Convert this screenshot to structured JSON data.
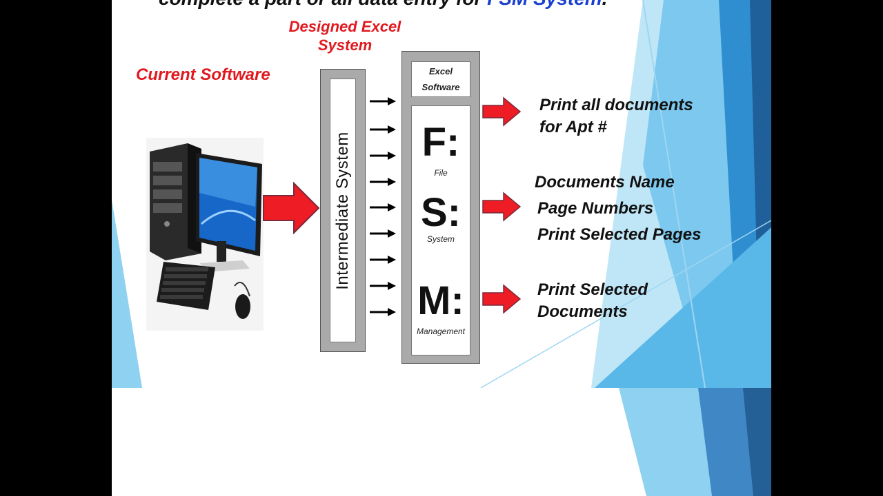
{
  "title": {
    "text_plain": "complete a part or all data entry for ",
    "text_accent": "FSM System",
    "text_end": "."
  },
  "labels": {
    "designed_excel": "Designed Excel",
    "designed_system": "System",
    "current_software": "Current Software"
  },
  "intermediate": {
    "label": "Intermediate System"
  },
  "fsm": {
    "excel_line1": "Excel",
    "excel_line2": "Software",
    "items": [
      {
        "letter": "F:",
        "word": "File"
      },
      {
        "letter": "S:",
        "word": "System"
      },
      {
        "letter": "M:",
        "word": "Management"
      }
    ]
  },
  "outputs": {
    "out1_line1": "Print all documents",
    "out1_line2": "for Apt #",
    "out2_line1": "Documents Name",
    "out2_line2": "Page Numbers",
    "out2_line3": "Print Selected Pages",
    "out3_line1": "Print Selected",
    "out3_line2": "Documents"
  },
  "icons": {
    "computer": "desktop-computer-icon",
    "input_arrow": "red-arrow-icon",
    "connector_arrows": "black-arrow-icon"
  },
  "colors": {
    "accent_red": "#e0191f",
    "accent_blue": "#1a3fd0",
    "deco_blue": "#4fb3e6"
  }
}
